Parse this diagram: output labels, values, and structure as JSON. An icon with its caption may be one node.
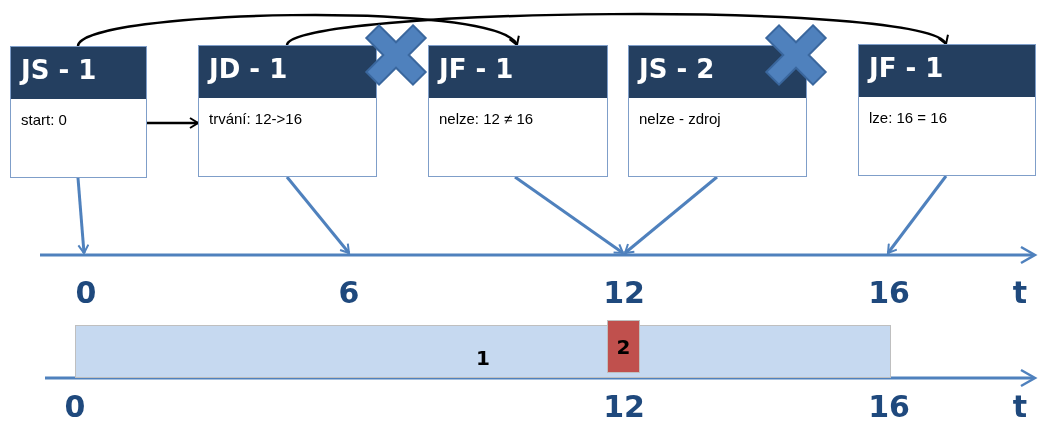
{
  "diagram": {
    "nodes": [
      {
        "text": [
          "JS - 1",
          "start: 0"
        ]
      },
      {
        "text": [
          "JD - 1",
          "trvání: 12->16"
        ]
      },
      {
        "text": [
          "JF - 1",
          "nelze: 12 ≠ 16"
        ]
      },
      {
        "text": [
          "JS - 2",
          "nelze - zdroj"
        ]
      },
      {
        "text": [
          "JF - 1",
          "lze: 16 = 16"
        ]
      },
      {
        "text": [
          "1"
        ]
      },
      {
        "text": [
          "2"
        ]
      }
    ],
    "edges": [
      {
        "from": 0,
        "to": 1,
        "arrow": "to",
        "color": "#000000"
      },
      {
        "from": 0,
        "to": 2,
        "arrow": "to",
        "color": "#000000"
      },
      {
        "from": 1,
        "to": 4,
        "arrow": "to",
        "color": "#000000"
      },
      {
        "from": 0,
        "to": null,
        "arrow": "to"
      },
      {
        "from": 1,
        "to": null,
        "arrow": "to"
      },
      {
        "from": 2,
        "to": null,
        "arrow": "to"
      },
      {
        "from": 3,
        "to": null,
        "arrow": "to"
      },
      {
        "from": 4,
        "to": null,
        "arrow": "to"
      }
    ],
    "labels": [
      "0",
      "6",
      "12",
      "16",
      "t",
      "0",
      "12",
      "16",
      "t"
    ]
  }
}
